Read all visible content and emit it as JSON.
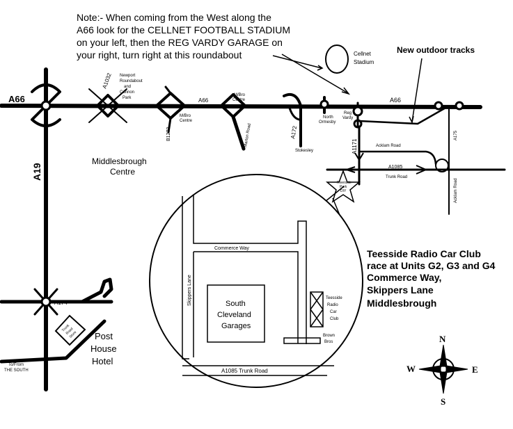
{
  "note": {
    "lines": [
      "Note:- When coming from the West along the",
      "A66 look for the CELLNET FOOTBALL STADIUM",
      "on your left, then the REG VARDY GARAGE on",
      "your right, turn right at this roundabout"
    ]
  },
  "labels": {
    "cellnet_stadium": [
      "Cellnet",
      "Stadium"
    ],
    "new_tracks": "New outdoor tracks",
    "a66_west": "A66",
    "a66_mid": "A66",
    "a66_east": "A66",
    "a19": "A19",
    "a1032": "A1032",
    "newport_roundabout": [
      "Newport",
      "Roundabout",
      "and",
      "Cannon",
      "Park"
    ],
    "middlesbrough_centre_small": [
      "M/Bro",
      "Centre"
    ],
    "mbro_centre_2": [
      "M/Bro",
      "Centre"
    ],
    "b1272": "B1272",
    "marton_road": "Marton Road",
    "a172": "A172",
    "stokesley": "Stokesley",
    "north_ormesby": [
      "North",
      "Ormesby"
    ],
    "reg_vardy": [
      "Reg",
      "Vardy"
    ],
    "a1171": "A1171",
    "a175": "A175",
    "acklam_road": "Acklam Road",
    "a1085": "A1085",
    "trunk_road_small": "Trunk Road",
    "the_star": [
      "Riverside",
      "Park",
      "DIY"
    ],
    "middlesbrough_centre": [
      "Middlesbrough",
      "Centre"
    ],
    "a174": "A174",
    "post_house": [
      "Post",
      "House",
      "Hotel"
    ],
    "to_from_south": [
      "To/From",
      "THE SOUTH"
    ],
    "trunk_sign": [
      "Trunk",
      "Road",
      "Store"
    ]
  },
  "inset": {
    "commerce_way": "Commerce Way",
    "skippers_lane": "Skippers Lane",
    "scg": [
      "South",
      "Cleveland",
      "Garages"
    ],
    "club": [
      "Teesside",
      "Radio",
      "Car",
      "Club"
    ],
    "brown": [
      "Brown",
      "Bros"
    ],
    "trunk_road": "A1085 Trunk Road"
  },
  "club_info": [
    "Teesside Radio Car Club",
    "race at Units G2, G3 and G4",
    "Commerce Way,",
    "Skippers Lane",
    "Middlesbrough"
  ],
  "compass": {
    "n": "N",
    "s": "S",
    "e": "E",
    "w": "W"
  }
}
